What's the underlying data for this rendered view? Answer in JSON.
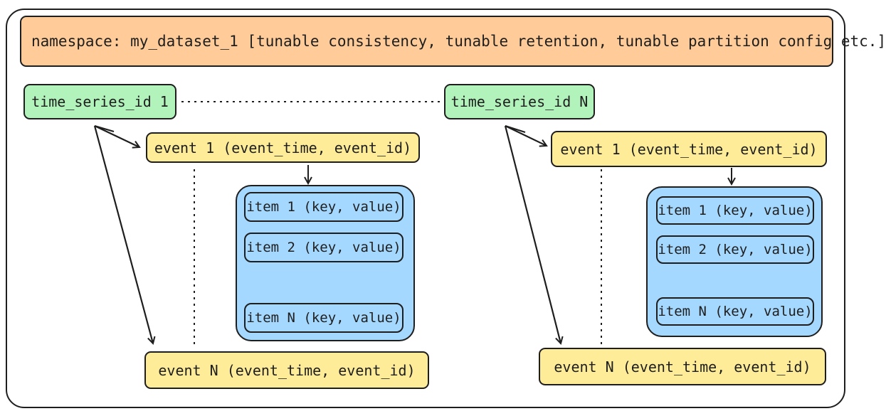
{
  "namespace": {
    "label": "namespace: my_dataset_1 [tunable consistency, tunable retention, tunable partition config etc.]"
  },
  "series": [
    {
      "ts_label": "time_series_id 1",
      "event_first": "event 1 (event_time, event_id)",
      "event_last": "event N (event_time, event_id)",
      "items": [
        "item 1 (key, value)",
        "item 2 (key, value)",
        "item N (key, value)"
      ]
    },
    {
      "ts_label": "time_series_id N",
      "event_first": "event 1 (event_time, event_id)",
      "event_last": "event N (event_time, event_id)",
      "items": [
        "item 1 (key, value)",
        "item 2 (key, value)",
        "item N (key, value)"
      ]
    }
  ],
  "colors": {
    "namespace_fill": "#ffcc99",
    "time_series_fill": "#b2f2bb",
    "event_fill": "#ffec99",
    "item_fill": "#a5d8ff",
    "stroke": "#1e1e1e"
  }
}
